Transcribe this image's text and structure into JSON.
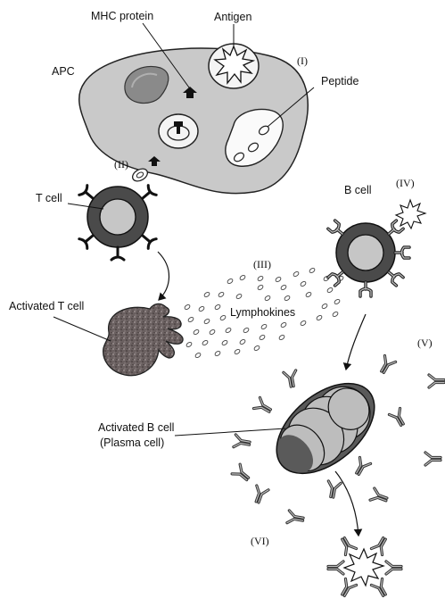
{
  "labels": {
    "mhc_protein": "MHC protein",
    "antigen": "Antigen",
    "apc": "APC",
    "peptide": "Peptide",
    "t_cell": "T cell",
    "b_cell": "B cell",
    "activated_t_cell": "Activated T cell",
    "lymphokines": "Lymphokines",
    "activated_b_cell": "Activated B cell",
    "plasma_cell": "(Plasma cell)"
  },
  "steps": {
    "i": "(I)",
    "ii": "(II)",
    "iii": "(III)",
    "iv": "(IV)",
    "v": "(V)",
    "vi": "(VI)"
  }
}
